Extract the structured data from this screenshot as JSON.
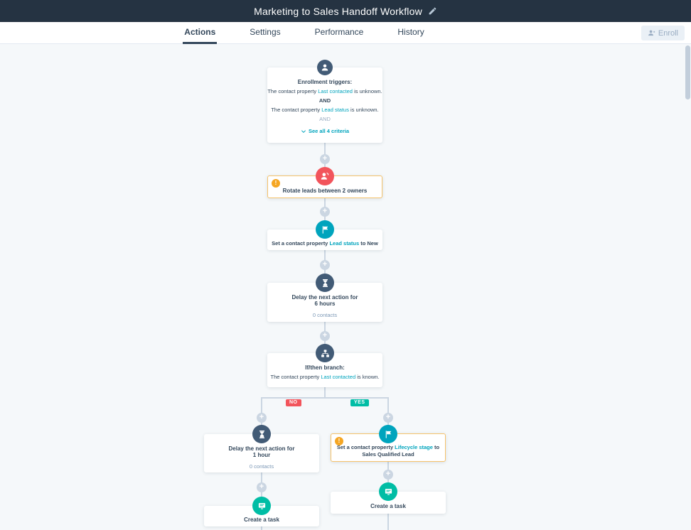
{
  "palette": {
    "topbar": "#253342",
    "canvas": "#f5f8fa",
    "teal": "#00a4bd",
    "green": "#00bda5",
    "red": "#f2545b",
    "warning_badge": "#f5a623",
    "warning_border": "#f5c26b",
    "dark_icon": "#425b76",
    "connector": "#cbd6e2",
    "text": "#33475b",
    "muted_text": "#7c98b6"
  },
  "header": {
    "title": "Marketing to Sales Handoff Workflow"
  },
  "tabs": {
    "actions": "Actions",
    "settings": "Settings",
    "performance": "Performance",
    "history": "History"
  },
  "enroll": {
    "label": "Enroll"
  },
  "icons": {
    "plus": "+",
    "warning": "!"
  },
  "trigger": {
    "title": "Enrollment triggers:",
    "c1_pre": "The contact property ",
    "c1_prop": "Last contacted",
    "c1_post": " is unknown.",
    "and1": "AND",
    "c2_pre": "The contact property ",
    "c2_prop": "Lead status",
    "c2_post": " is unknown.",
    "and2": "AND",
    "see_all": "See all 4 criteria"
  },
  "nodes": {
    "rotate": {
      "label": "Rotate leads between 2 owners"
    },
    "set_lead_status": {
      "pre": "Set a contact property ",
      "prop": "Lead status",
      "post": " to New"
    },
    "delay_6h": {
      "line1": "Delay the next action for",
      "line2": "6 hours",
      "meta": "0 contacts"
    },
    "ifthen": {
      "title": "If/then branch:",
      "pre": "The contact property ",
      "prop": "Last contacted",
      "post": " is known."
    },
    "delay_1h": {
      "line1": "Delay the next action for",
      "line2": "1 hour",
      "meta": "0 contacts"
    },
    "task_left": {
      "label": "Create a task"
    },
    "set_lifecycle": {
      "pre": "Set a contact property ",
      "prop": "Lifecycle stage",
      "post": " to",
      "line2": "Sales Qualified Lead"
    },
    "task_right": {
      "label": "Create a task"
    }
  },
  "branch_labels": {
    "no": "NO",
    "yes": "YES"
  }
}
